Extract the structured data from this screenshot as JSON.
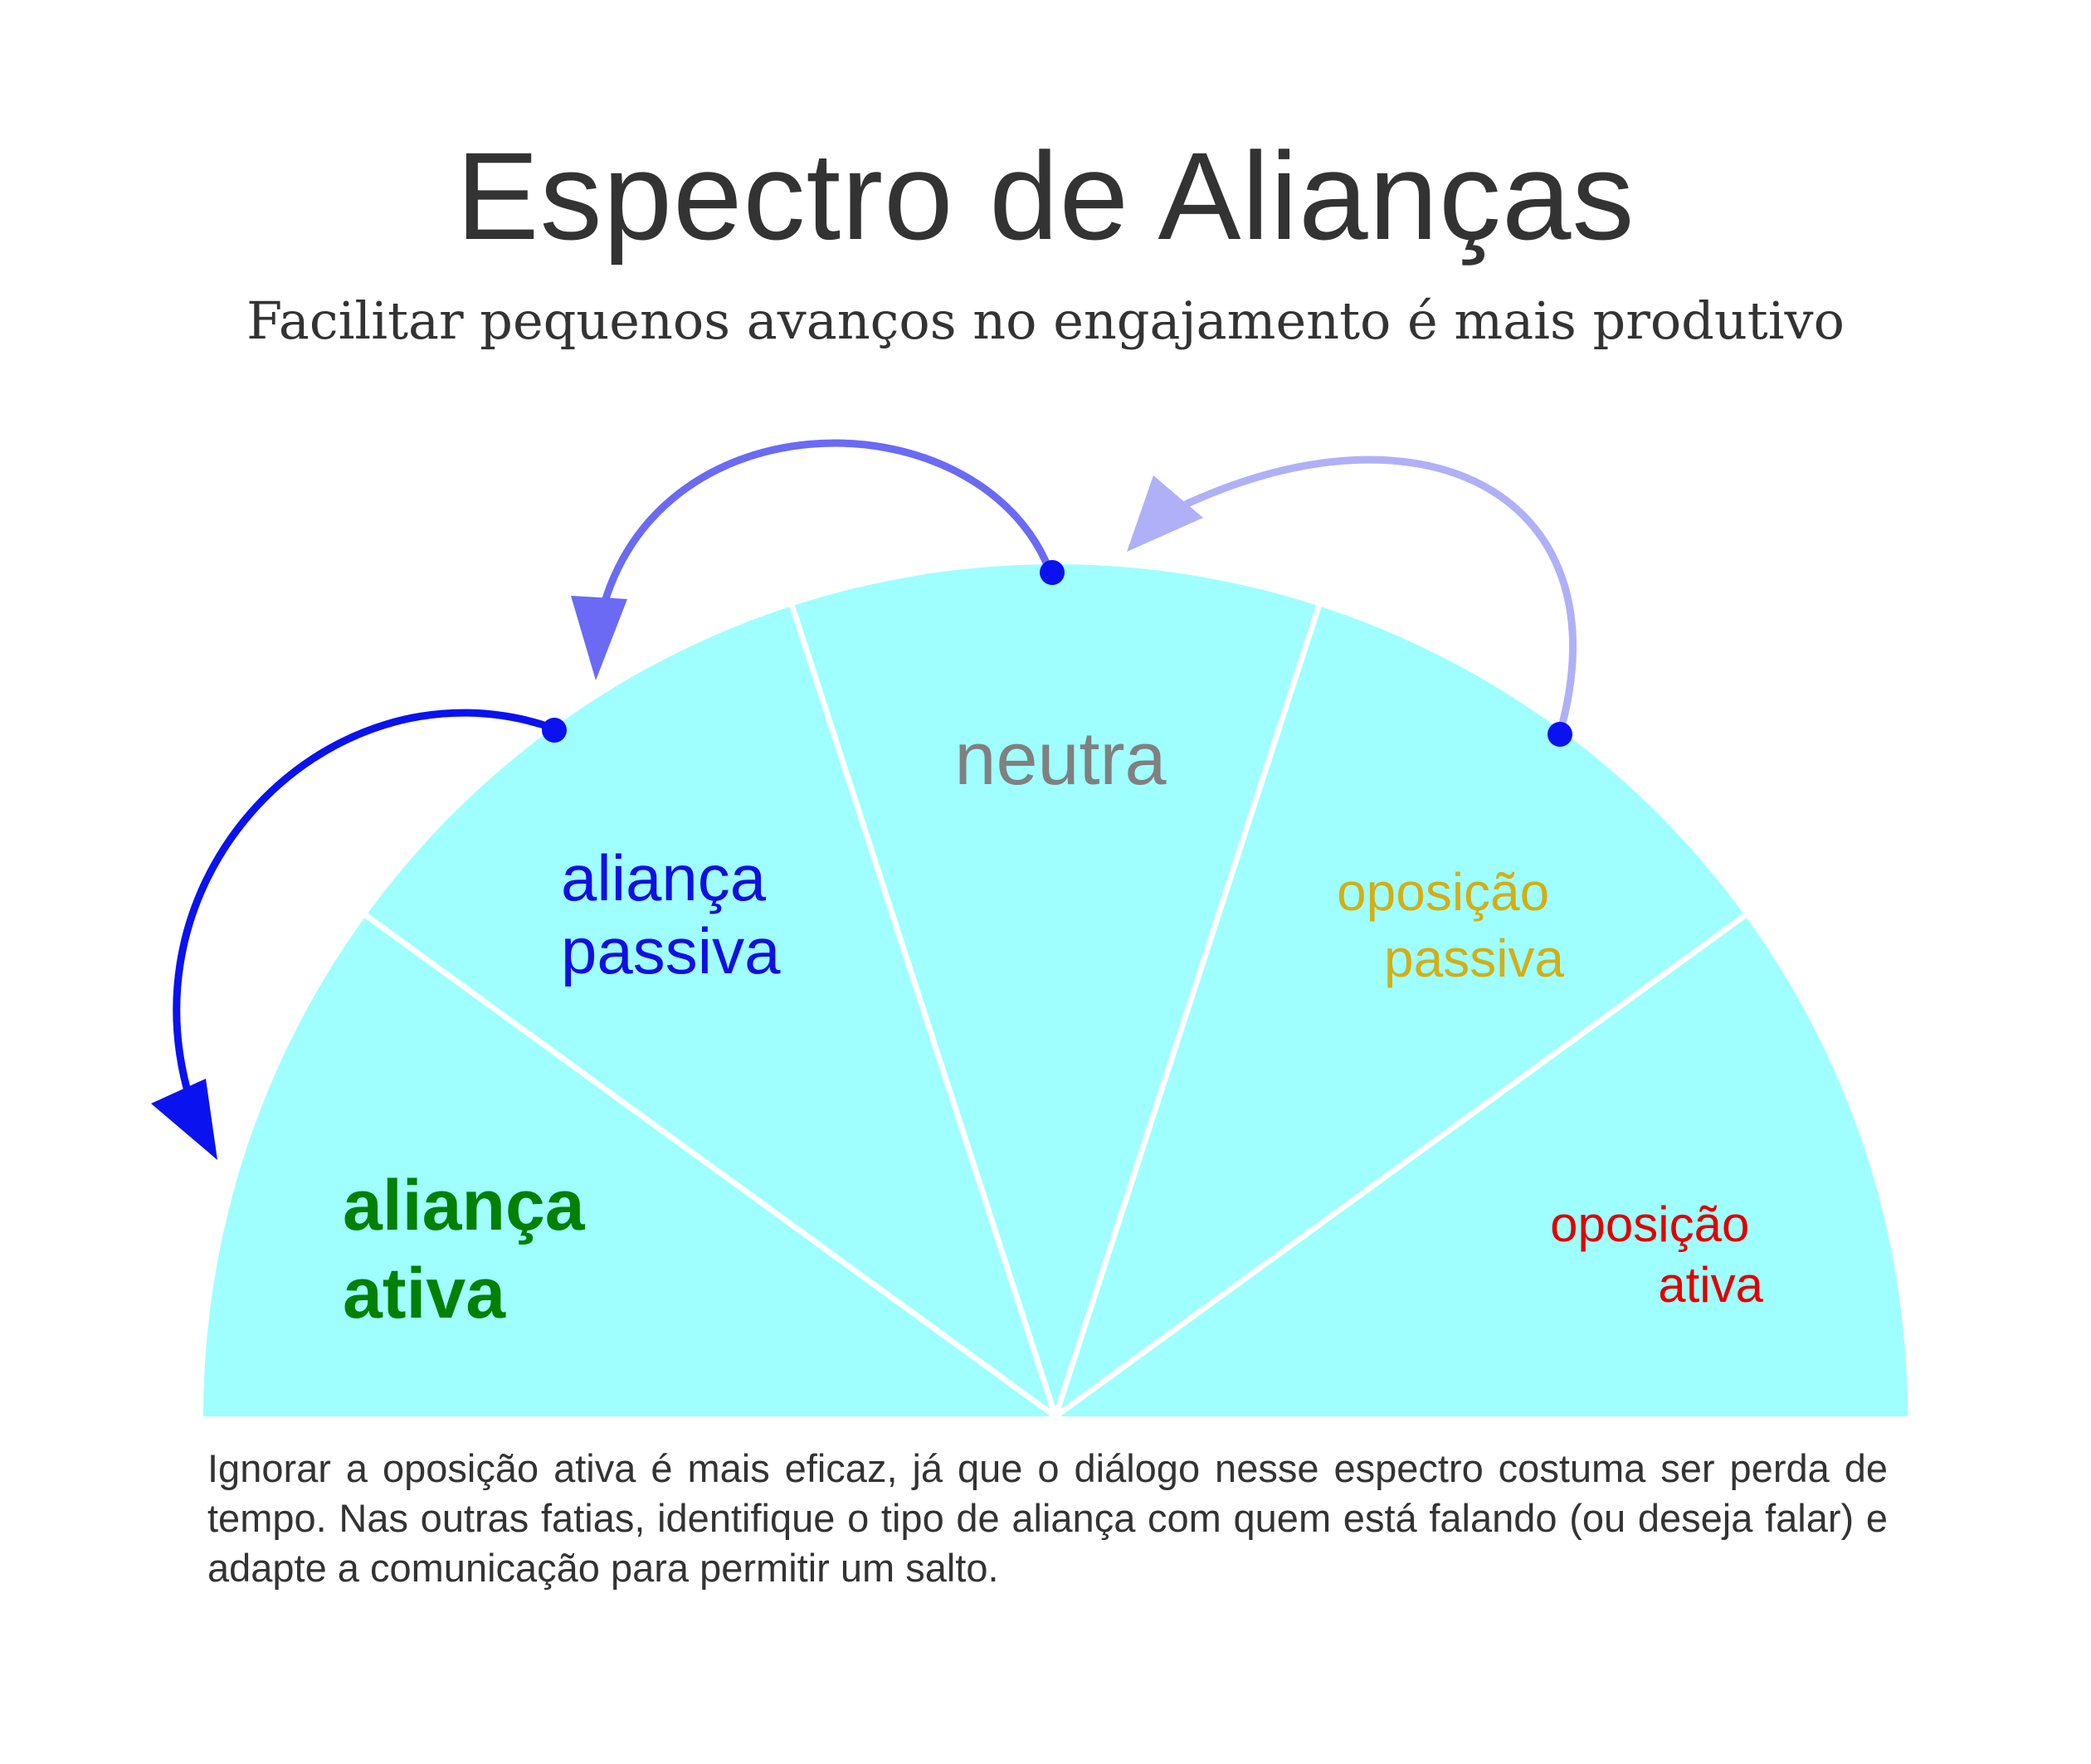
{
  "title": "Espectro de Alianças",
  "subtitle": "Facilitar pequenos avanços no engajamento é mais produtivo",
  "colors": {
    "fan_fill": "#9ffffe",
    "divider": "#ffffff",
    "text_dark": "#333333",
    "arrow_strong": "#0a12f0",
    "arrow_mid": "#6a6af5",
    "arrow_light": "#b0b0f8"
  },
  "segments": [
    {
      "id": "alianca-ativa",
      "lines": [
        "aliança",
        "ativa"
      ],
      "color": "#048004"
    },
    {
      "id": "alianca-passiva",
      "lines": [
        "aliança",
        "passiva"
      ],
      "color": "#1010e0"
    },
    {
      "id": "neutra",
      "lines": [
        "neutra"
      ],
      "color": "#808080"
    },
    {
      "id": "oposicao-passiva",
      "lines": [
        "oposição",
        "passiva"
      ],
      "color": "#d3ae16"
    },
    {
      "id": "oposicao-ativa",
      "lines": [
        "oposição",
        "ativa"
      ],
      "color": "#e00000"
    }
  ],
  "caption": "Ignorar a oposição ativa é mais eficaz, já que o diálogo nesse espectro costuma ser perda de tempo. Nas outras fatias, identifique o tipo de aliança com quem está falando (ou deseja falar) e adapte a comunicação para permitir um salto."
}
